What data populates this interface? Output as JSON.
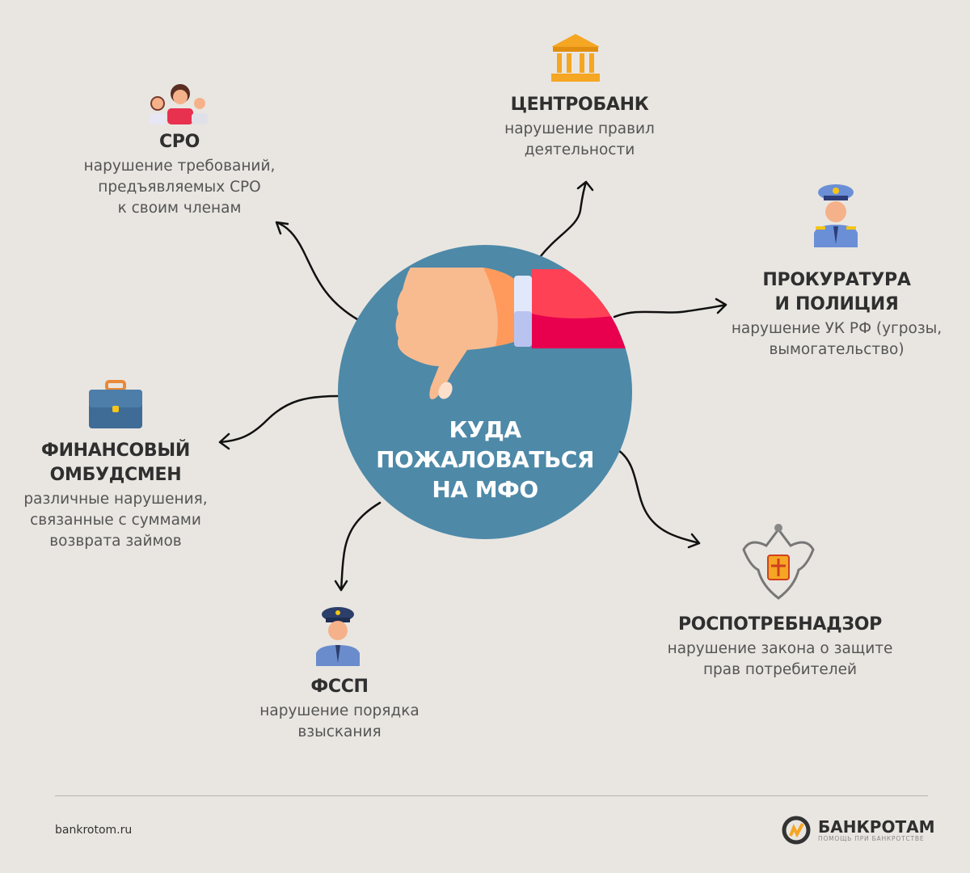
{
  "center": {
    "title_lines": [
      "КУДА",
      "ПОЖАЛОВАТЬСЯ",
      "НА МФО"
    ]
  },
  "items": [
    {
      "id": "sro",
      "icon": "people-icon",
      "title": [
        "СРО"
      ],
      "desc": [
        "нарушение требований,",
        "предъявляемых СРО",
        "к своим членам"
      ]
    },
    {
      "id": "cb",
      "icon": "bank-building-icon",
      "title": [
        "ЦЕНТРОБАНК"
      ],
      "desc": [
        "нарушение правил",
        "деятельности"
      ]
    },
    {
      "id": "prok",
      "icon": "police-officer-icon",
      "title": [
        "ПРОКУРАТУРА",
        "И ПОЛИЦИЯ"
      ],
      "desc": [
        "нарушение УК РФ (угрозы,",
        "вымогательство)"
      ]
    },
    {
      "id": "fin",
      "icon": "briefcase-icon",
      "title": [
        "ФИНАНСОВЫЙ",
        "ОМБУДСМЕН"
      ],
      "desc": [
        "различные нарушения,",
        "связанные с суммами",
        "возврата займов"
      ]
    },
    {
      "id": "fssp",
      "icon": "bailiff-icon",
      "title": [
        "ФССП"
      ],
      "desc": [
        "нарушение порядка",
        "взыскания"
      ]
    },
    {
      "id": "rpn",
      "icon": "coat-of-arms-icon",
      "title": [
        "РОСПОТРЕБНАДЗОР"
      ],
      "desc": [
        "нарушение закона о защите",
        "прав потребителей"
      ]
    }
  ],
  "footer": {
    "site": "bankrotom.ru",
    "logo_name": "БАНКРОТАМ",
    "logo_sub": "ПОМОЩЬ ПРИ БАНКРОТСТВЕ"
  },
  "colors": {
    "background": "#e9e6e1",
    "circle": "#4e89a8",
    "accent": "#f5a623"
  }
}
